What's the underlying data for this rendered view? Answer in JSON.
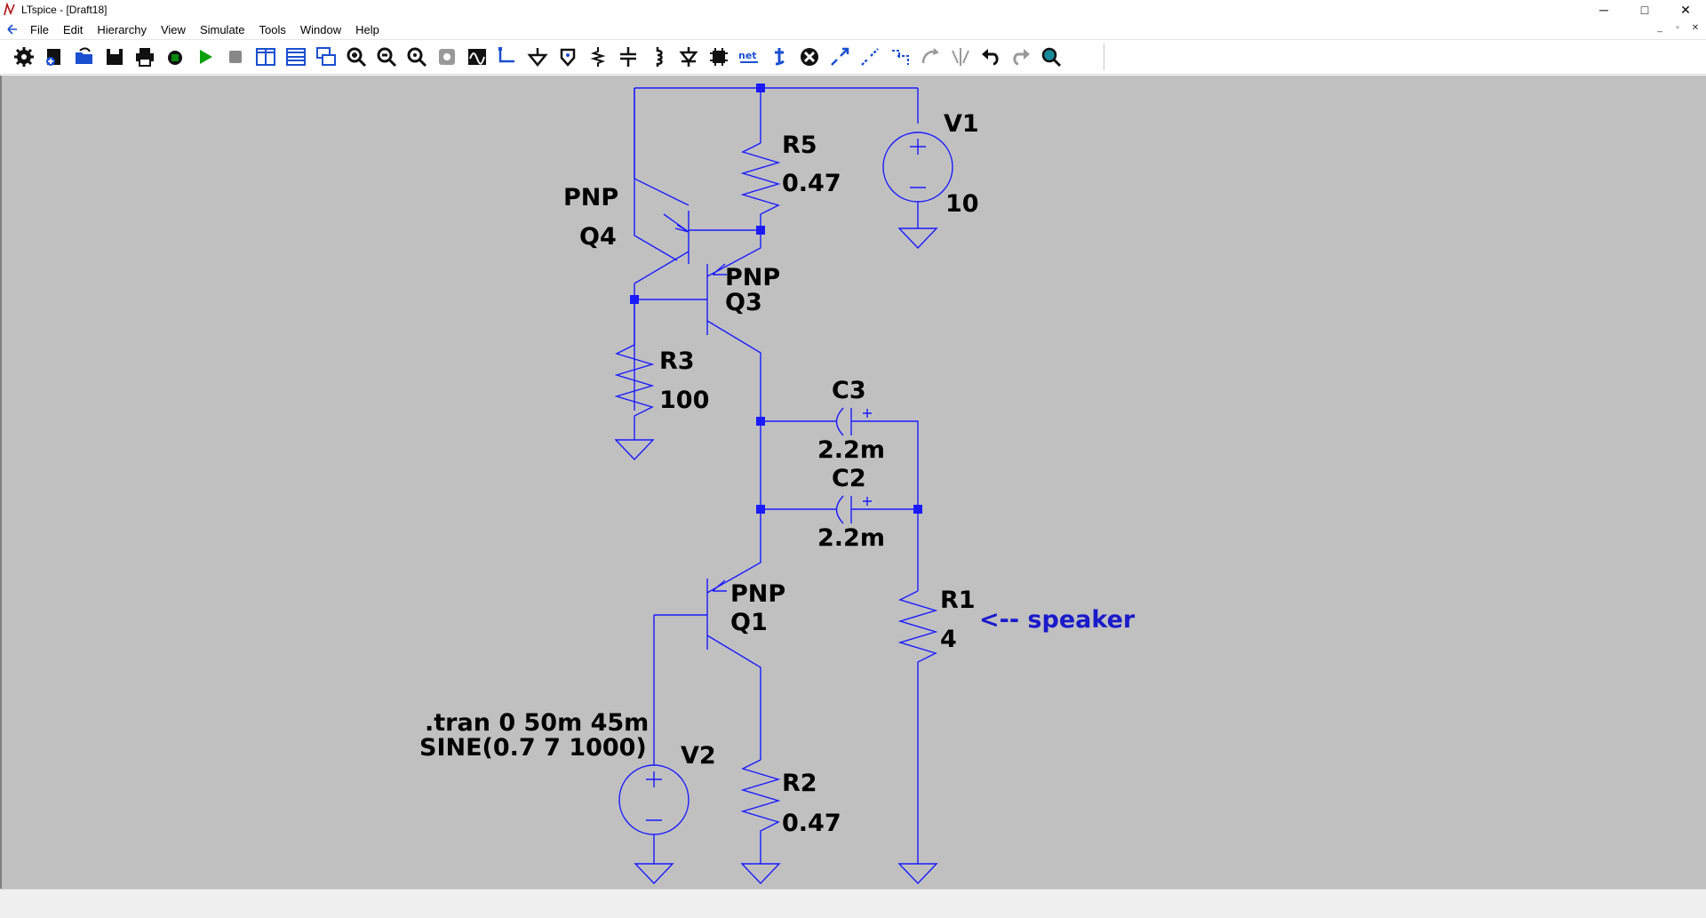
{
  "window": {
    "title": "LTspice - [Draft18]",
    "buttons": {
      "minimize": "─",
      "maximize": "□",
      "close": "✕"
    }
  },
  "menu": {
    "items": [
      "File",
      "Edit",
      "Hierarchy",
      "View",
      "Simulate",
      "Tools",
      "Window",
      "Help"
    ]
  },
  "toolbar": {
    "buttons": [
      "settings-icon",
      "new-schematic-icon",
      "open-icon",
      "save-icon",
      "print-icon",
      "tools-icon",
      "run-icon",
      "halt-icon",
      "tile-vertical-icon",
      "tile-horizontal-icon",
      "cascade-icon",
      "zoom-in-icon",
      "zoom-out-icon",
      "zoom-fit-icon",
      "pan-icon",
      "plot-icon",
      "wire-icon",
      "ground-icon",
      "node-icon",
      "resistor-icon",
      "capacitor-icon",
      "inductor-icon",
      "diode-icon",
      "component-icon",
      "net-label-icon",
      "text-icon",
      "delete-icon",
      "move-icon",
      "drag-icon",
      "duplicate-icon",
      "rotate-icon",
      "mirror-icon",
      "undo-icon",
      "redo-icon",
      "find-icon"
    ],
    "net_label": "net"
  },
  "schematic": {
    "components": {
      "V1": {
        "name": "V1",
        "value": "10"
      },
      "R5": {
        "name": "R5",
        "value": "0.47"
      },
      "Q4": {
        "type": "PNP",
        "name": "Q4"
      },
      "Q3": {
        "type": "PNP",
        "name": "Q3"
      },
      "R3": {
        "name": "R3",
        "value": "100"
      },
      "C3": {
        "name": "C3",
        "value": "2.2m"
      },
      "C2": {
        "name": "C2",
        "value": "2.2m"
      },
      "Q1": {
        "type": "PNP",
        "name": "Q1"
      },
      "R1": {
        "name": "R1",
        "value": "4"
      },
      "V2": {
        "name": "V2",
        "value": "SINE(0.7 7 1000)"
      },
      "R2": {
        "name": "R2",
        "value": "0.47"
      }
    },
    "directive": ".tran 0 50m 45m",
    "comment": "<-- speaker",
    "colors": {
      "wire": "#1a1aff",
      "background": "#c0c0c0",
      "comment": "#1a1acc"
    }
  }
}
